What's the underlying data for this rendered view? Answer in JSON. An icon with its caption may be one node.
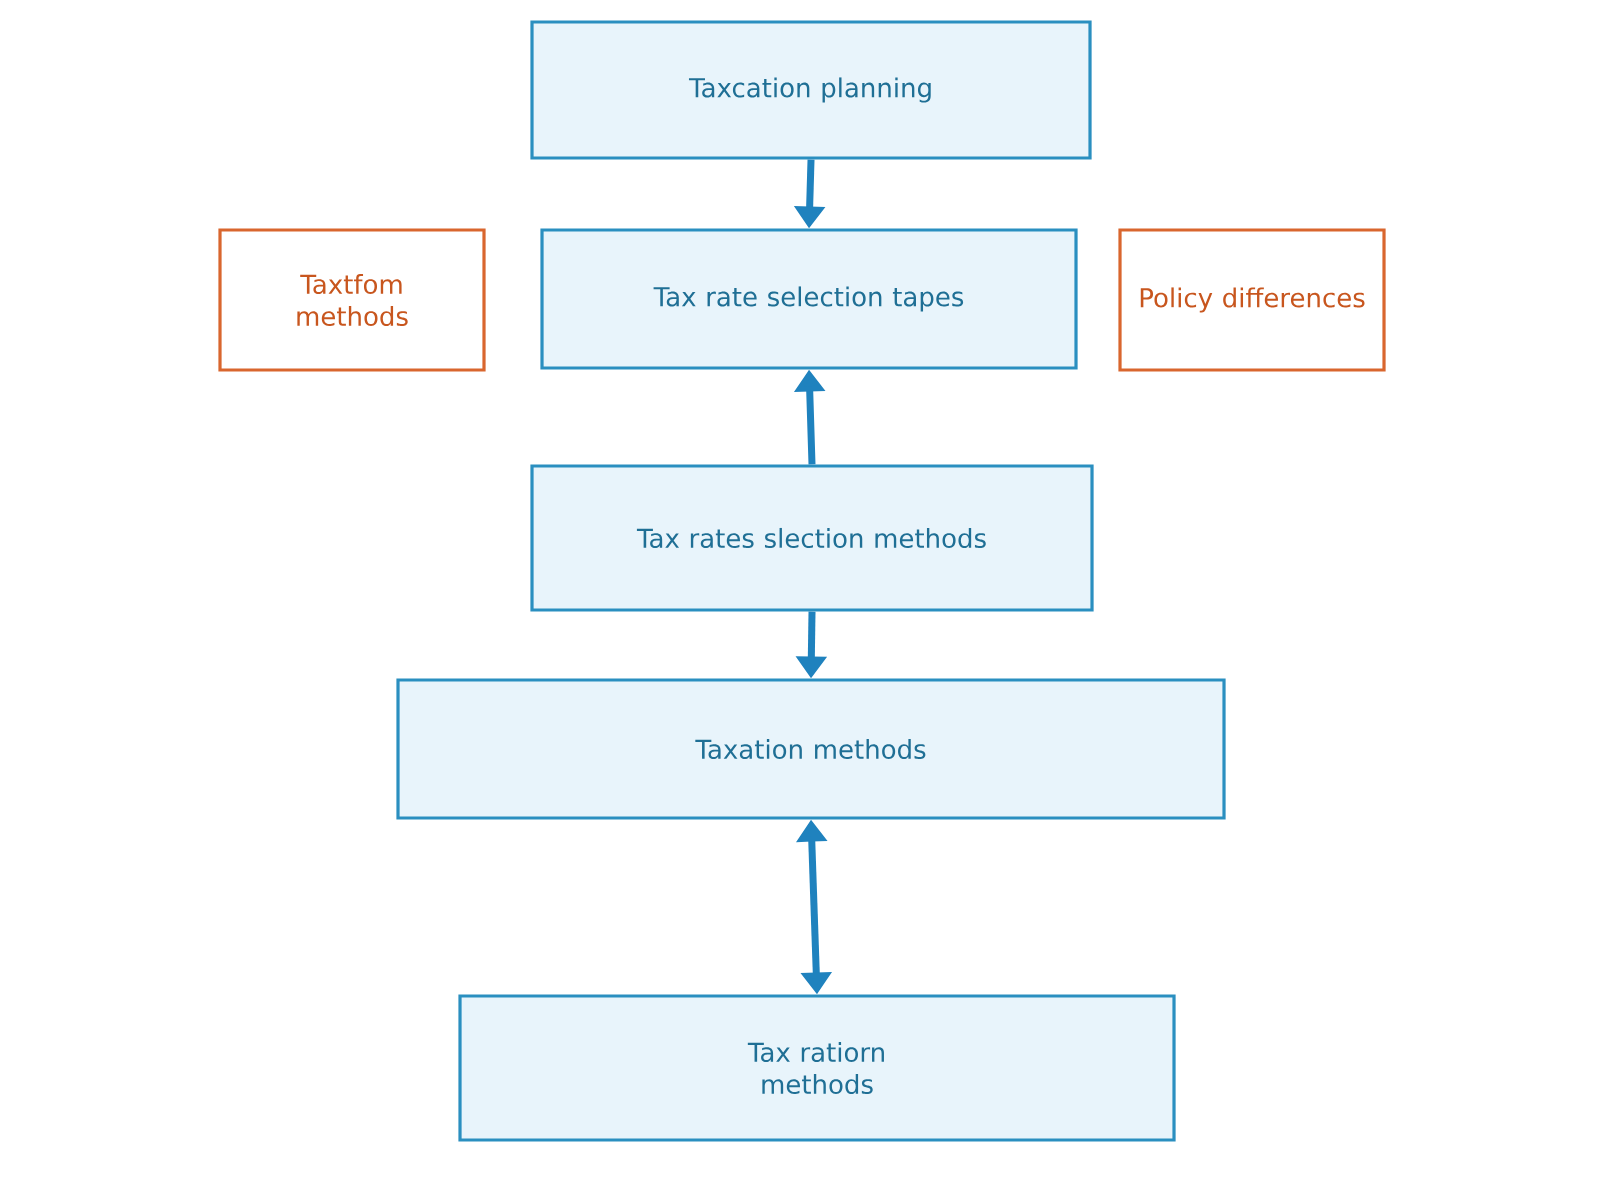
{
  "diagram": {
    "nodes": [
      {
        "text": [
          "Taxcation planning"
        ]
      },
      {
        "text": [
          "Tax rate selection tapes"
        ]
      },
      {
        "text": [
          "Taxtfom methods"
        ]
      },
      {
        "text": [
          "Policy differences"
        ]
      },
      {
        "text": [
          "Tax rates slection methods"
        ]
      },
      {
        "text": [
          "Taxation methods"
        ]
      },
      {
        "text": [
          "Tax ratiorn methods"
        ]
      }
    ],
    "edges": [
      {
        "from": 0,
        "to": 1,
        "arrow": "to"
      },
      {
        "from": 4,
        "to": 1,
        "arrow": "to"
      },
      {
        "from": 4,
        "to": 5,
        "arrow": "to"
      },
      {
        "from": 5,
        "to": 6,
        "arrow": "both"
      }
    ]
  }
}
